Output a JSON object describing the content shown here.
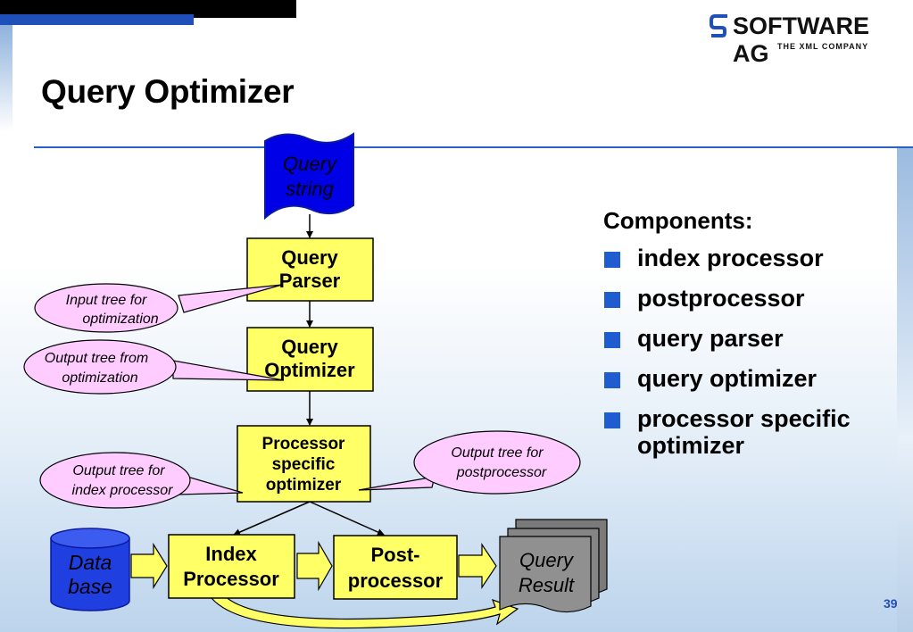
{
  "slide": {
    "title": "Query Optimizer",
    "page_number": "39"
  },
  "logo": {
    "name": "SOFTWARE AG",
    "tagline": "THE XML COMPANY"
  },
  "components": {
    "heading": "Components:",
    "items": [
      "index processor",
      "postprocessor",
      "query parser",
      "query optimizer",
      "processor specific optimizer"
    ]
  },
  "diagram": {
    "query_string": [
      "Query",
      "string"
    ],
    "query_parser": [
      "Query",
      "Parser"
    ],
    "query_optimizer": [
      "Query",
      "Optimizer"
    ],
    "processor_optimizer": [
      "Processor",
      "specific",
      "optimizer"
    ],
    "database": [
      "Data",
      "base"
    ],
    "index_processor": [
      "Index",
      "Processor"
    ],
    "postprocessor": [
      "Post-",
      "processor"
    ],
    "query_result": [
      "Query",
      "Result"
    ],
    "callouts": {
      "input_tree": [
        "Input tree for",
        "optimization"
      ],
      "output_tree_optimization": [
        "Output tree from",
        "optimization"
      ],
      "output_tree_index": [
        "Output tree for",
        "index processor"
      ],
      "output_tree_post": [
        "Output tree for",
        "postprocessor"
      ]
    },
    "colors": {
      "process_box": "#ffff66",
      "query_string": "#0000e6",
      "database": "#1f3fe0",
      "callout": "#ffccff",
      "arrow_fill": "#ffff66",
      "result": "#808080",
      "accent": "#1f5cd0"
    }
  }
}
